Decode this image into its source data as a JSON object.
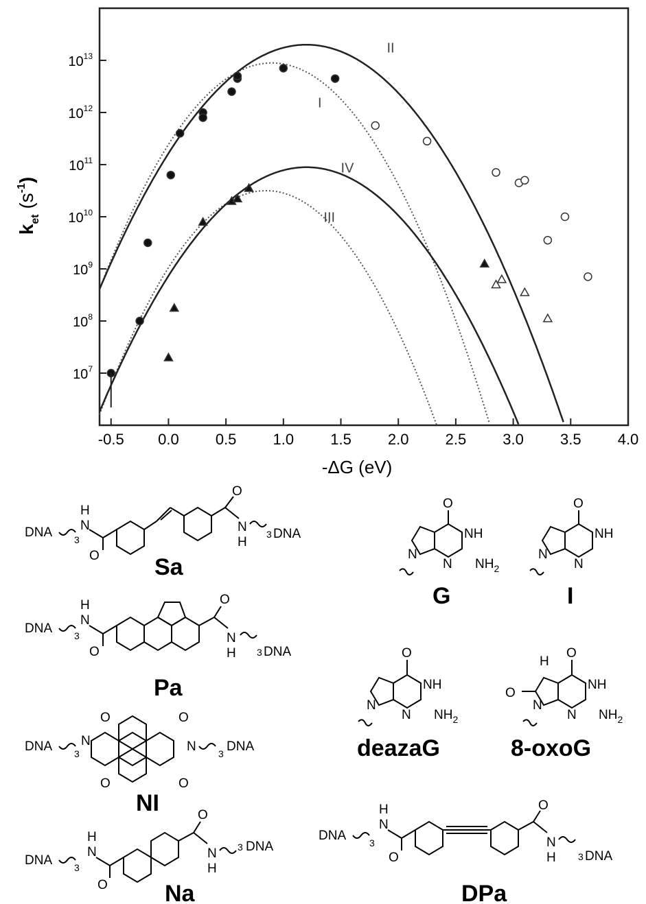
{
  "chart_data": {
    "type": "scatter",
    "title": "",
    "xlabel": "-ΔG (eV)",
    "ylabel": "k_et (s⁻¹)",
    "xlim": [
      -0.6,
      4.0
    ],
    "ylim": [
      1000000,
      100000000000000
    ],
    "y_scale": "log",
    "grid": false,
    "x_ticks": [
      "-0.5",
      "0.0",
      "0.5",
      "1.0",
      "1.5",
      "2.0",
      "2.5",
      "3.0",
      "3.5",
      "4.0"
    ],
    "x_tick_values": [
      -0.5,
      0.0,
      0.5,
      1.0,
      1.5,
      2.0,
      2.5,
      3.0,
      3.5,
      4.0
    ],
    "y_ticks": [
      {
        "base": "10",
        "exp": "7",
        "value": 10000000
      },
      {
        "base": "10",
        "exp": "8",
        "value": 100000000
      },
      {
        "base": "10",
        "exp": "9",
        "value": 1000000000
      },
      {
        "base": "10",
        "exp": "10",
        "value": 10000000000
      },
      {
        "base": "10",
        "exp": "11",
        "value": 100000000000
      },
      {
        "base": "10",
        "exp": "12",
        "value": 1000000000000
      },
      {
        "base": "10",
        "exp": "13",
        "value": 10000000000000
      }
    ],
    "curves": [
      {
        "name": "I",
        "style": "dotted",
        "lambda_reorg": 0.9,
        "log_kmax": 12.95,
        "label_at": [
          1.3,
          12.1
        ]
      },
      {
        "name": "II",
        "style": "solid",
        "lambda_reorg": 1.2,
        "log_kmax": 13.3,
        "label_at": [
          1.9,
          13.15
        ]
      },
      {
        "name": "III",
        "style": "dotted",
        "lambda_reorg": 0.85,
        "log_kmax": 10.5,
        "label_at": [
          1.35,
          9.9
        ]
      },
      {
        "name": "IV",
        "style": "solid",
        "lambda_reorg": 1.2,
        "log_kmax": 10.95,
        "label_at": [
          1.5,
          10.85
        ]
      }
    ],
    "series": [
      {
        "marker": "filled-circle",
        "points": [
          [
            -0.5,
            7.0
          ],
          [
            -0.25,
            8.0
          ],
          [
            -0.18,
            9.5
          ],
          [
            0.02,
            10.8
          ],
          [
            0.1,
            11.6
          ],
          [
            0.3,
            12.0
          ],
          [
            0.3,
            11.9
          ],
          [
            0.55,
            12.4
          ],
          [
            0.6,
            12.65
          ],
          [
            0.6,
            12.7
          ],
          [
            1.0,
            12.85
          ],
          [
            1.45,
            12.65
          ]
        ]
      },
      {
        "marker": "open-circle",
        "points": [
          [
            1.8,
            11.75
          ],
          [
            2.25,
            11.45
          ],
          [
            2.85,
            10.85
          ],
          [
            3.05,
            10.65
          ],
          [
            3.1,
            10.7
          ],
          [
            3.3,
            9.55
          ],
          [
            3.45,
            10.0
          ],
          [
            3.65,
            8.85
          ]
        ]
      },
      {
        "marker": "filled-triangle",
        "points": [
          [
            0.0,
            7.3
          ],
          [
            0.05,
            8.25
          ],
          [
            0.3,
            9.9
          ],
          [
            0.55,
            10.3
          ],
          [
            0.6,
            10.35
          ],
          [
            0.7,
            10.55
          ],
          [
            2.75,
            9.1
          ]
        ]
      },
      {
        "marker": "open-triangle",
        "points": [
          [
            2.85,
            8.7
          ],
          [
            2.9,
            8.8
          ],
          [
            3.1,
            8.55
          ],
          [
            3.3,
            8.05
          ]
        ]
      }
    ]
  },
  "compounds": {
    "Sa": {
      "label": "Sa",
      "left_group": "DNA",
      "right_group": "DNA",
      "linker_sub": "3",
      "nh": "N",
      "h": "H",
      "o": "O"
    },
    "Pa": {
      "label": "Pa",
      "left_group": "DNA",
      "right_group": "DNA",
      "linker_sub": "3",
      "nh": "N",
      "h": "H",
      "o": "O"
    },
    "NI": {
      "label": "NI",
      "left_group": "DNA",
      "right_group": "DNA",
      "linker_sub": "3",
      "n": "N",
      "o": "O"
    },
    "Na": {
      "label": "Na",
      "left_group": "DNA",
      "right_group": "DNA",
      "linker_sub": "3",
      "nh": "N",
      "h": "H",
      "o": "O"
    },
    "DPa": {
      "label": "DPa",
      "left_group": "DNA",
      "right_group": "DNA",
      "linker_sub": "3",
      "nh": "N",
      "h": "H",
      "o": "O"
    },
    "G": {
      "label": "G",
      "o": "O",
      "nh": "NH",
      "n": "N",
      "nh2": "NH",
      "sub2": "2"
    },
    "I": {
      "label": "I",
      "o": "O",
      "nh": "NH",
      "n": "N"
    },
    "deazaG": {
      "label": "deazaG",
      "o": "O",
      "nh": "NH",
      "n": "N",
      "nh2": "NH",
      "sub2": "2"
    },
    "oxoG": {
      "label": "8-oxoG",
      "o": "O",
      "nh": "NH",
      "h": "H",
      "n": "N",
      "nh2": "NH",
      "sub2": "2"
    }
  }
}
